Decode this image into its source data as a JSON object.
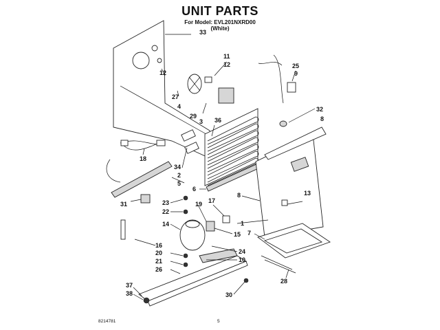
{
  "title": "UNIT PARTS",
  "model_line": "For Model: EVL201NXRD00",
  "color_line": "(White)",
  "callouts": [
    "33",
    "11",
    "12",
    "12",
    "27",
    "4",
    "29",
    "3",
    "36",
    "25",
    "9",
    "32",
    "8",
    "18",
    "34",
    "2",
    "5",
    "6",
    "8",
    "13",
    "31",
    "23",
    "22",
    "19",
    "17",
    "14",
    "1",
    "7",
    "15",
    "16",
    "20",
    "24",
    "21",
    "10",
    "26",
    "28",
    "37",
    "38",
    "30"
  ],
  "footer_code": "8214781",
  "footer_page": "5"
}
